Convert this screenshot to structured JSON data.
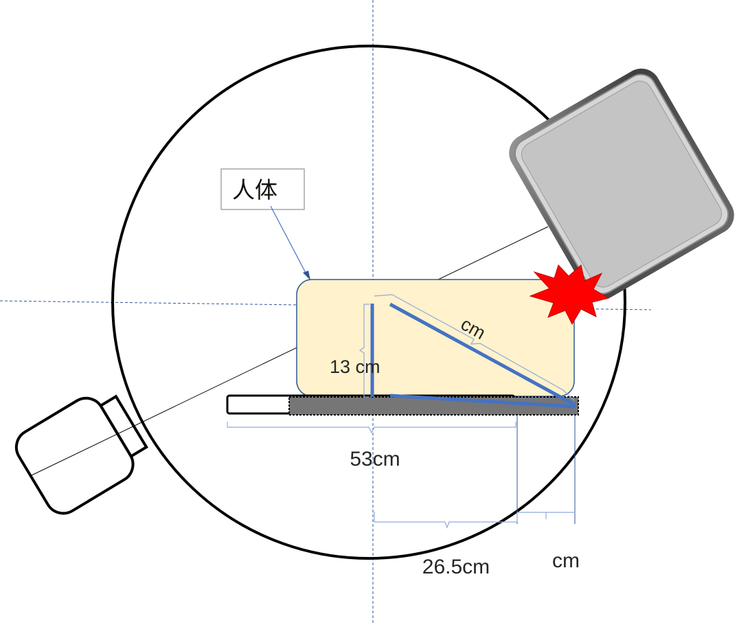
{
  "callout": {
    "text": "人体"
  },
  "dimensions": {
    "height_label": "13 cm",
    "hypotenuse_label": "cm",
    "width_label": "53cm",
    "half_width_label": "26.5cm",
    "offset_label": "cm"
  },
  "colors": {
    "circle": "#000000",
    "body_fill": "#fff2cc",
    "body_stroke": "#2f5597",
    "measure_blue": "#4472c4",
    "guide_blue": "#2f5597",
    "table_dark": "#767676",
    "detector_fill": "#c4c4c4",
    "detector_frame": "#5a5a5a",
    "collision_red": "#ff0000",
    "callout_border": "#a6a6a6"
  },
  "icons": {
    "collision": "explosion-burst-icon",
    "xray_source": "x-ray-tube-icon",
    "detector": "flat-panel-detector-icon"
  }
}
